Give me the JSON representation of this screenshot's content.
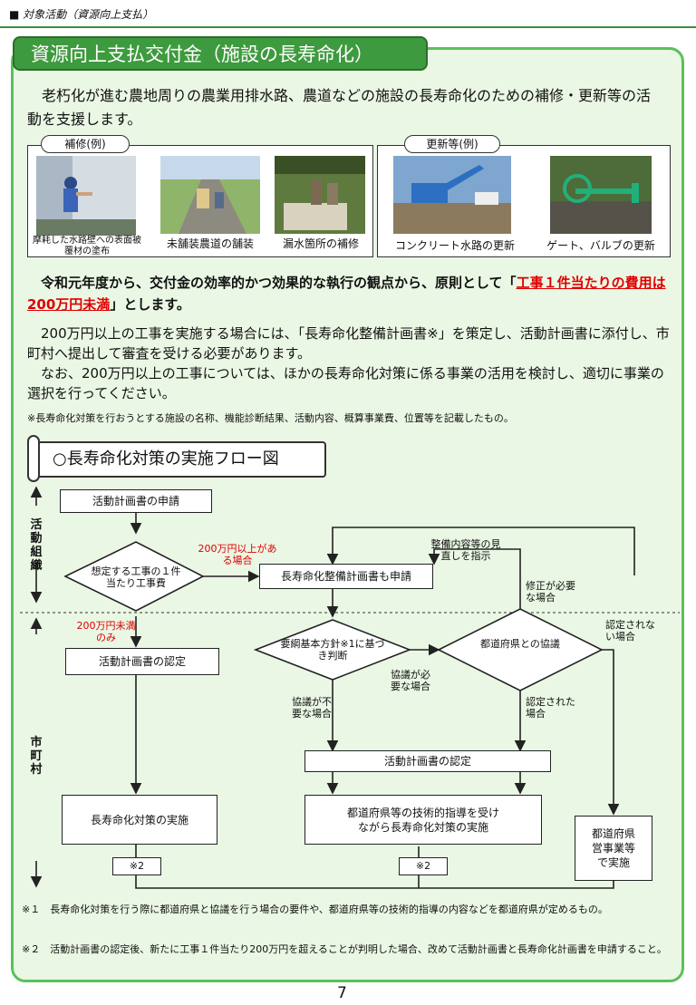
{
  "header": {
    "label": "■ 対象活動（資源向上支払）"
  },
  "title": "資源向上支払交付金（施設の長寿命化）",
  "intro": "老朽化が進む農地周りの農業用排水路、農道などの施設の長寿命化のための補修・更新等の活動を支援します。",
  "examples": {
    "repair": {
      "label": "補修(例)",
      "captions": [
        "摩耗した水路壁への表面被覆材の塗布",
        "未舗装農道の舗装",
        "漏水箇所の補修"
      ]
    },
    "renewal": {
      "label": "更新等(例)",
      "captions": [
        "コンクリート水路の更新",
        "ゲート、バルブの更新"
      ]
    }
  },
  "bold_note": {
    "a": "令和元年度から、交付金の効率的かつ効果的な執行の観点から、原則として「",
    "b": "工事１件当たりの費用は200万円未満",
    "c": "」とします。"
  },
  "para1": "200万円以上の工事を実施する場合には、「長寿命化整備計画書※」を策定し、活動計画書に添付し、市町村へ提出して審査を受ける必要があります。",
  "para2": "なお、200万円以上の工事については、ほかの長寿命化対策に係る事業の活用を検討し、適切に事業の選択を行ってください。",
  "note": "※長寿命化対策を行おうとする施設の名称、機能診断結果、活動内容、概算事業費、位置等を記載したもの。",
  "flow": {
    "title": "○長寿命化対策の実施フロー図",
    "side_org": "活動組織",
    "side_muni": "市町村",
    "apply": "活動計画書の申請",
    "cost_q": "想定する工事の１件当たり工事費",
    "over": "200万円以上がある場合",
    "also_apply": "長寿命化整備計画書も申請",
    "review": "整備内容等の見直しを指示",
    "fix": "修正が必要な場合",
    "under": "200万円未満のみ",
    "approve1": "活動計画書の認定",
    "judge": "要綱基本方針※1に基づき判断",
    "need_consult": "協議が必要な場合",
    "consult": "都道府県との協議",
    "not_approved": "認定されない場合",
    "no_consult": "協議が不要な場合",
    "approved": "認定された場合",
    "approve2": "活動計画書の認定",
    "impl1": "長寿命化対策の実施",
    "impl2": "都道府県等の技術的指導を受けながら長寿命化対策の実施",
    "pref": "都道府県営事業等で実施",
    "m2a": "※2",
    "m2b": "※2"
  },
  "footnotes": {
    "n1": "※１　長寿命化対策を行う際に都道府県と協議を行う場合の要件や、都道府県等の技術的指導の内容などを都道府県が定めるもの。",
    "n2": "※２　活動計画書の認定後、新たに工事１件当たり200万円を超えることが判明した場合、改めて活動計画書と長寿命化計画書を申請すること。"
  },
  "page_number": "7"
}
